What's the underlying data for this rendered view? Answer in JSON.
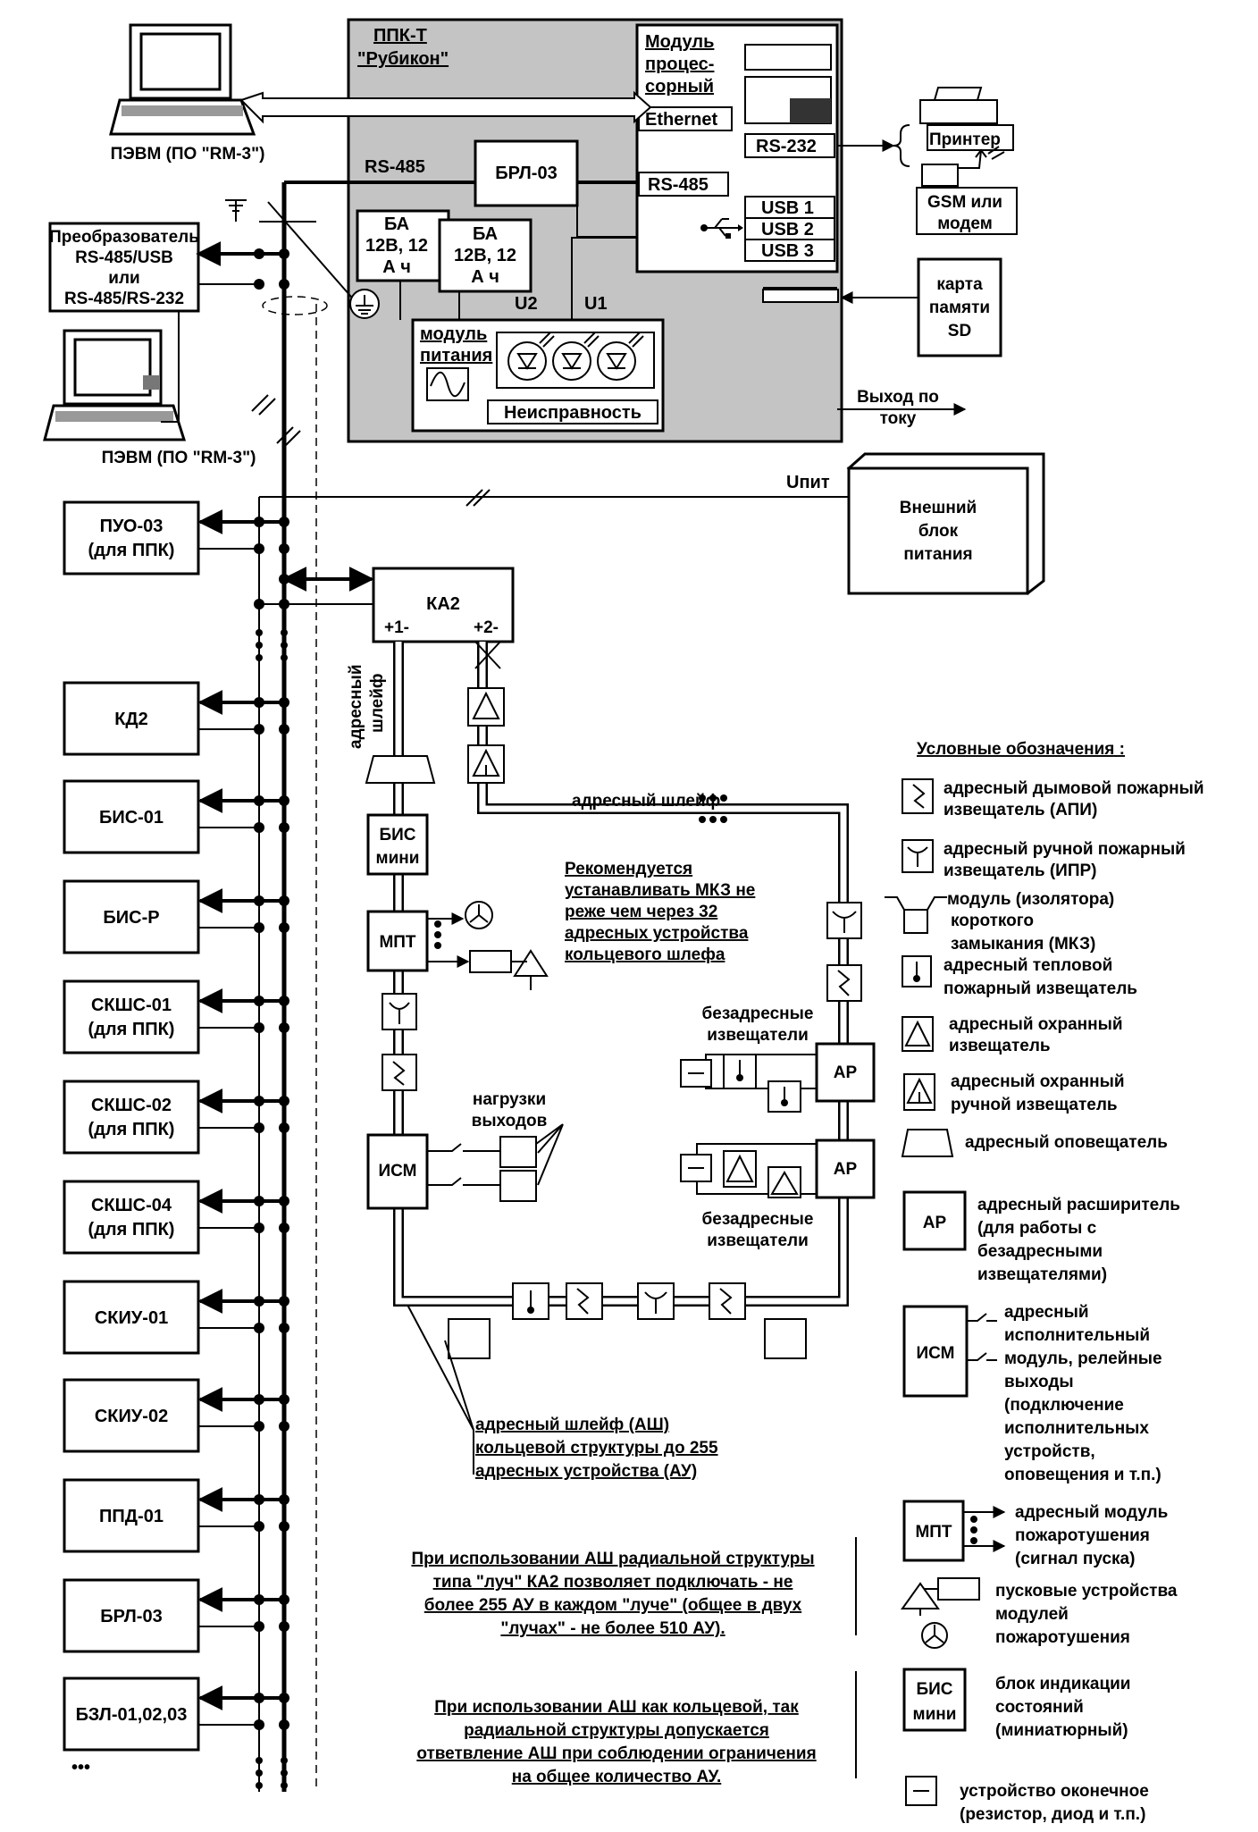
{
  "ppk": {
    "title": "ППК-Т",
    "subtitle": "\"Рубикон\""
  },
  "cpu": {
    "l1": "Модуль",
    "l2": "процес-",
    "l3": "сорный"
  },
  "ports": {
    "ethernet": "Ethernet",
    "rs232": "RS-232",
    "rs485_in": "RS-485",
    "rs485_out": "RS-485",
    "usb1": "USB 1",
    "usb2": "USB 2",
    "usb3": "USB 3"
  },
  "brl": "БРЛ-03",
  "ba": {
    "l1": "БА",
    "l2": "12В, 12",
    "l3": "А ч"
  },
  "ba2": {
    "l1": "БА",
    "l2": "12В, 12",
    "l3": "А ч"
  },
  "u2": "U2",
  "u1": "U1",
  "power_module": {
    "l1": "модуль",
    "l2": "питания"
  },
  "fault": "Неисправность",
  "current_out": {
    "l1": "Выход по",
    "l2": "току"
  },
  "pc1": "ПЭВМ (ПО \"RM-3\")",
  "pc2": "ПЭВМ (ПО \"RM-3\")",
  "converter": {
    "l1": "Преобразователь",
    "l2": "RS-485/USB",
    "l3": "или",
    "l4": "RS-485/RS-232"
  },
  "printer": "Принтер",
  "gsm": {
    "l1": "GSM или",
    "l2": "модем"
  },
  "sd": {
    "l1": "карта",
    "l2": "памяти",
    "l3": "SD"
  },
  "upit": "Uпит",
  "ext_power": {
    "l1": "Внешний",
    "l2": "блок",
    "l3": "питания"
  },
  "devices": [
    {
      "l1": "ПУО-03",
      "l2": "(для ППК)"
    },
    {
      "l1": "КД2",
      "l2": ""
    },
    {
      "l1": "БИС-01",
      "l2": ""
    },
    {
      "l1": "БИС-Р",
      "l2": ""
    },
    {
      "l1": "СКШС-01",
      "l2": "(для ППК)"
    },
    {
      "l1": "СКШС-02",
      "l2": "(для ППК)"
    },
    {
      "l1": "СКШС-04",
      "l2": "(для ППК)"
    },
    {
      "l1": "СКИУ-01",
      "l2": ""
    },
    {
      "l1": "СКИУ-02",
      "l2": ""
    },
    {
      "l1": "ППД-01",
      "l2": ""
    },
    {
      "l1": "БРЛ-03",
      "l2": ""
    },
    {
      "l1": "БЗЛ-01,02,03",
      "l2": ""
    }
  ],
  "more_dots": "•••",
  "ka2": {
    "label": "КА2",
    "p1": "+1-",
    "p2": "+2-"
  },
  "loop_vertical": {
    "l1": "адресный",
    "l2": "шлейф"
  },
  "loop_label": "адресный шлейф",
  "bis_mini": {
    "l1": "БИС",
    "l2": "мини"
  },
  "mpt": "МПТ",
  "ism": "ИСМ",
  "ar": "АР",
  "loads": {
    "l1": "нагрузки",
    "l2": "выходов"
  },
  "nonaddr1": {
    "l1": "безадресные",
    "l2": "извещатели"
  },
  "nonaddr2": {
    "l1": "безадресные",
    "l2": "извещатели"
  },
  "recommend": [
    "Рекомендуется",
    "устанавливать МКЗ не",
    "реже чем через 32",
    "адресных устройства",
    "кольцевого шлефа"
  ],
  "ash": [
    "адресный шлейф (АШ)",
    "кольцевой структуры до 255",
    "адресных устройства (АУ)"
  ],
  "note1": [
    "При использовании АШ радиальной структуры",
    "типа \"луч\" КА2 позволяет подключать - не",
    "более 255 АУ в каждом \"луче\" (общее в двух",
    "\"лучах\" - не более 510 АУ)."
  ],
  "note2": [
    "При использовании АШ как кольцевой, так",
    "радиальной структуры допускается",
    "ответвление АШ при соблюдении ограничения",
    "на общее количество АУ."
  ],
  "legend": {
    "title": "Условные обозначения :",
    "smoke": [
      "адресный дымовой пожарный",
      "извещатель (АПИ)"
    ],
    "manual": [
      "адресный ручной пожарный",
      "извещатель (ИПР)"
    ],
    "mkz": [
      "модуль (изолятора)",
      "короткого",
      "замыкания (МКЗ)"
    ],
    "heat": [
      "адресный тепловой",
      "пожарный извещатель"
    ],
    "security": [
      "адресный охранный",
      "извещатель"
    ],
    "security_manual": [
      "адресный охранный",
      "ручной извещатель"
    ],
    "siren": "адресный оповещатель",
    "ar_label": "АР",
    "ar": [
      "адресный расширитель",
      "(для работы с",
      "безадресными",
      "извещателями)"
    ],
    "ism_label": "ИСМ",
    "ism": [
      "адресный",
      "исполнительный",
      "модуль, релейные",
      "выходы",
      " (подключение",
      "исполнительных",
      "устройств,",
      "оповещения и т.п.)"
    ],
    "mpt_label": "МПТ",
    "mpt": [
      "адресный модуль",
      "пожаротушения",
      "(сигнал пуска)"
    ],
    "launch": [
      "пусковые устройства",
      "модулей",
      "пожаротушения"
    ],
    "bis_l1": "БИС",
    "bis_l2": "мини",
    "bis": [
      "блок индикации",
      "состояний",
      "(миниатюрный)"
    ],
    "end": [
      "устройство оконечное",
      "(резистор, диод и т.п.)"
    ]
  }
}
